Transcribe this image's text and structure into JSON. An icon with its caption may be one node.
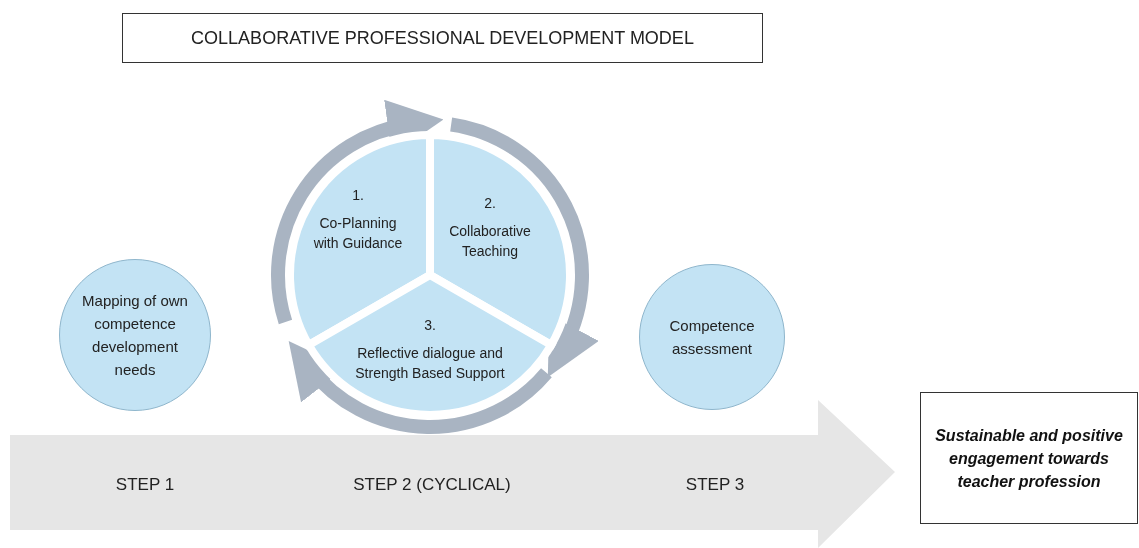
{
  "diagram": {
    "title": "COLLABORATIVE PROFESSIONAL DEVELOPMENT MODEL",
    "nodes": [
      {
        "text": [
          "Mapping of own competence development needs"
        ]
      },
      {
        "text": [
          "1.",
          "Co-Planning with Guidance"
        ]
      },
      {
        "text": [
          "2.",
          "Collaborative Teaching"
        ]
      },
      {
        "text": [
          "3.",
          "Reflective dialogue and Strength Based Support"
        ]
      },
      {
        "text": [
          "Competence assessment"
        ]
      },
      {
        "text": [
          "Sustainable and positive engagement towards teacher profession"
        ]
      }
    ],
    "edges": [
      {
        "from": 1,
        "to": 2,
        "arrow": "to"
      },
      {
        "from": 2,
        "to": 3,
        "arrow": "to"
      },
      {
        "from": 3,
        "to": 1,
        "arrow": "to"
      }
    ],
    "labels": [
      "STEP 1",
      "STEP 2 (CYCLICAL)",
      "STEP 3"
    ]
  }
}
